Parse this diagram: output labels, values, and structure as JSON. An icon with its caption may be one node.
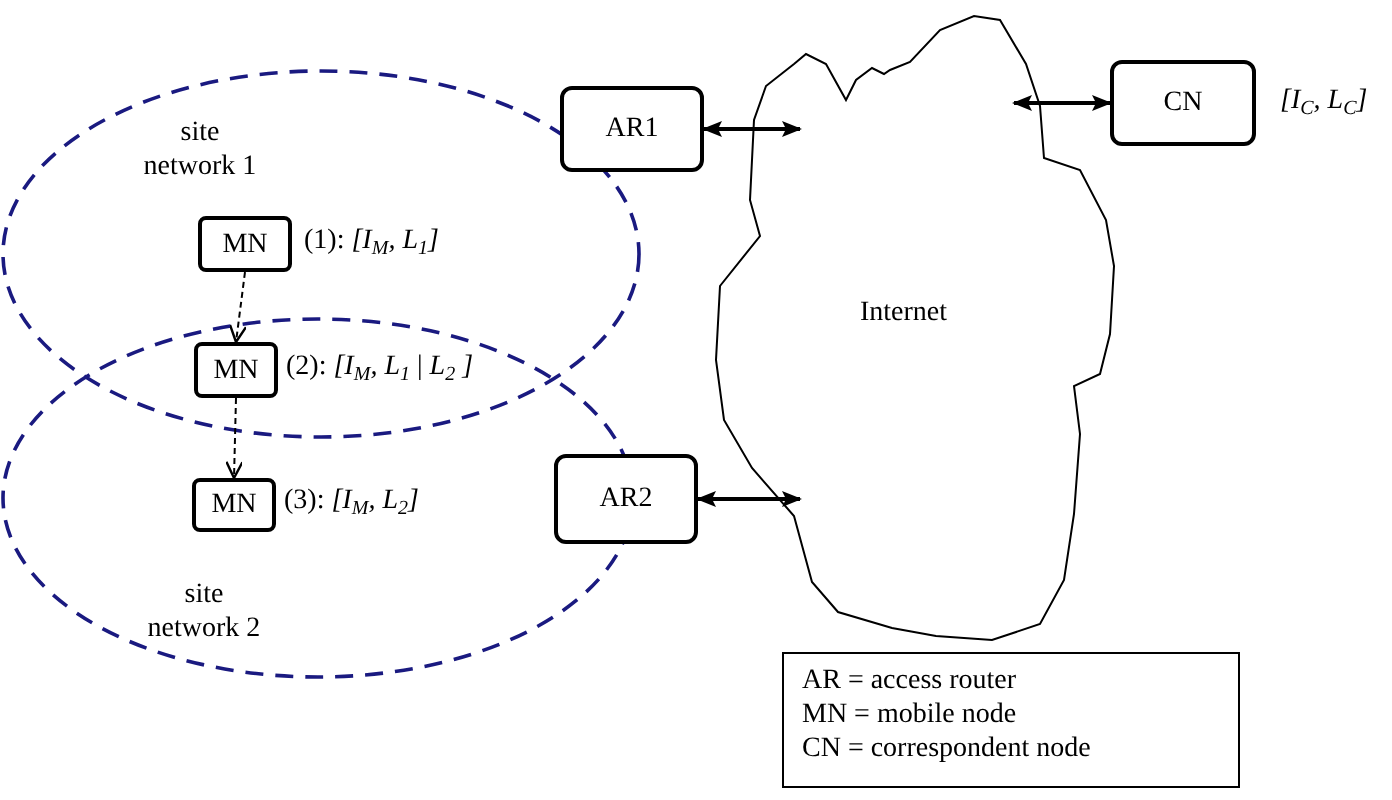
{
  "diagram": {
    "nodes": [
      {
        "text": [
          "site network 1"
        ]
      },
      {
        "text": [
          "MN"
        ],
        "in": 0,
        "beside": [
          "(1): *[I*$_{M}$*, L*$_{1}$*]*"
        ]
      },
      {
        "text": [
          "MN"
        ],
        "beside": [
          "(2): *[I*$_{M}$*, L*$_{1}$ | *L*$_{2}$ *]*"
        ]
      },
      {
        "text": [
          "site network 2"
        ]
      },
      {
        "text": [
          "MN"
        ],
        "in": 3,
        "beside": [
          "(3): *[I*$_{M}$*, L*$_{2}$*]*"
        ]
      },
      {
        "text": [
          "AR1"
        ]
      },
      {
        "text": [
          "AR2"
        ]
      },
      {
        "text": [
          "Internet"
        ]
      },
      {
        "text": [
          "CN"
        ],
        "beside": [
          "[I$_{C}$, L$_{C}$]"
        ]
      },
      {
        "text": [
          "AR = access router",
          "MN = mobile node",
          "CN = correspondent node"
        ]
      }
    ],
    "edges": [
      {
        "from": 1,
        "to": 2,
        "arrow": "to",
        "style": "dashed"
      },
      {
        "from": 2,
        "to": 4,
        "arrow": "to",
        "style": "dashed"
      },
      {
        "from": 5,
        "to": 7,
        "arrow": "both"
      },
      {
        "from": 6,
        "to": 7,
        "arrow": "both"
      },
      {
        "from": 7,
        "to": 8,
        "arrow": "both"
      }
    ]
  }
}
